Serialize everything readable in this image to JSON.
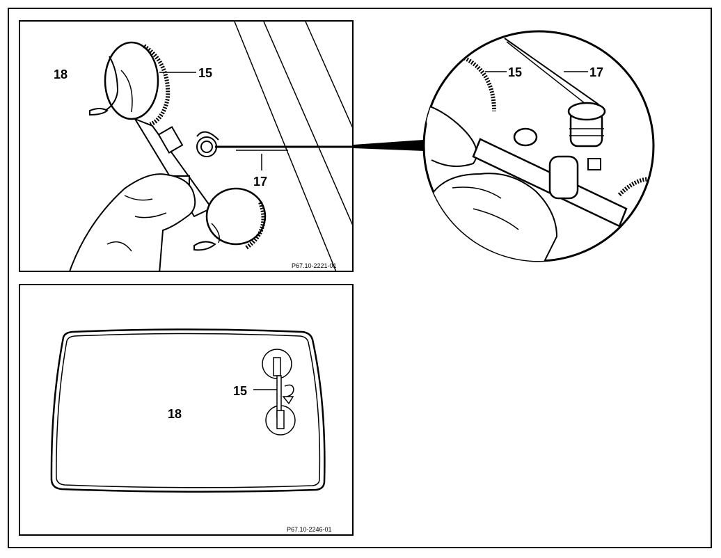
{
  "top_panel": {
    "labels": {
      "glass": "18",
      "suction_lifter": "15",
      "wire": "17"
    },
    "reference": "P67.10-2221-01"
  },
  "detail": {
    "labels": {
      "suction_lifter": "15",
      "wire": "17"
    }
  },
  "bottom_panel": {
    "labels": {
      "glass": "18",
      "suction_lifter": "15"
    },
    "reference": "P67.10-2246-01"
  }
}
